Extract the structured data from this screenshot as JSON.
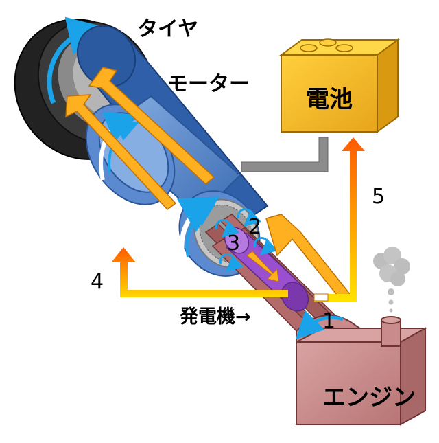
{
  "labels": {
    "tire": "タイヤ",
    "motor": "モーター",
    "battery": "電池",
    "generator": "発電機→",
    "engine": "エンジン"
  },
  "steps": {
    "s1": "1",
    "s2": "2",
    "s3": "3",
    "s4": "4",
    "s5": "5"
  },
  "colors": {
    "tire": "#2b2b2b",
    "motor_blue": "#2e5fa8",
    "motor_light": "#6f9bd6",
    "battery": "#f0b424",
    "engine": "#c98b8b",
    "shaft": "#a05a5a",
    "power_flow": "#ffb020",
    "rotation_arrow": "#1aa3e8",
    "generator_rotor": "#9a4fcf",
    "wire": "#8c8c8c"
  }
}
